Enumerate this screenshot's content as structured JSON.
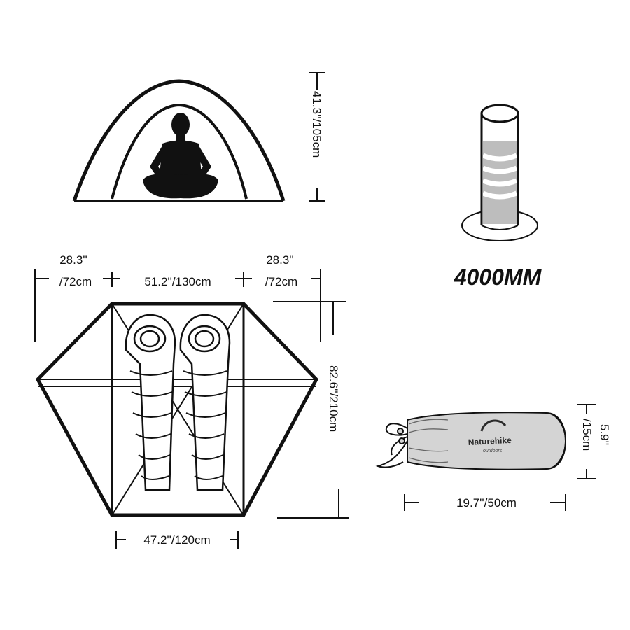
{
  "tent_height": {
    "imperial": "41.3''",
    "metric": "/105cm"
  },
  "floor": {
    "vestibule_left": {
      "imperial": "28.3''",
      "metric": "/72cm"
    },
    "inner_width": "51.2''/130cm",
    "vestibule_right": {
      "imperial": "28.3''",
      "metric": "/72cm"
    },
    "length": "82.6''/210cm",
    "end_width": "47.2''/120cm"
  },
  "waterproof_rating": "4000MM",
  "packed": {
    "brand": "Naturehike",
    "brand_tagline": "outdoors",
    "diameter": "5.9''",
    "diameter_metric": "/15cm",
    "length": "19.7''/50cm"
  },
  "colors": {
    "line": "#111111",
    "fill_gray": "#d4d4d4",
    "water": "#bdbdbd"
  }
}
